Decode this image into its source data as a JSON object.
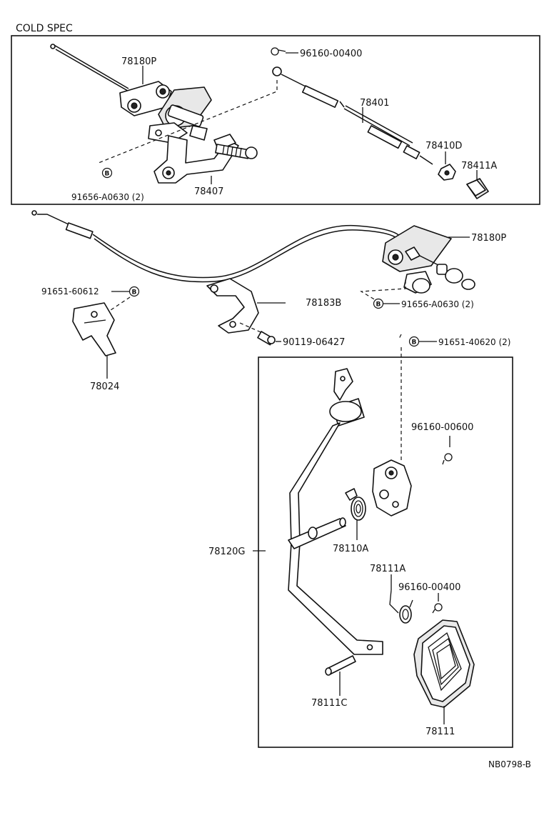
{
  "header": {
    "title": "COLD SPEC"
  },
  "footer": {
    "code": "NB0798-B"
  },
  "bolt_mark": "B",
  "labels": {
    "p78180P_top": "78180P",
    "p96160_00400_top": "96160-00400",
    "p78401": "78401",
    "p78410D": "78410D",
    "p78411A": "78411A",
    "p78407": "78407",
    "p91656_top": "91656-A0630 (2)",
    "p78180P_mid": "78180P",
    "p91651_60612": "91651-60612",
    "p78183B": "78183B",
    "p91656_mid": "91656-A0630 (2)",
    "p90119_06427": "90119-06427",
    "p91651_40620": "91651-40620 (2)",
    "p78024": "78024",
    "p96160_00600": "96160-00600",
    "p78120G": "78120G",
    "p78110A": "78110A",
    "p78111A": "78111A",
    "p96160_00400_bot": "96160-00400",
    "p78111C": "78111C",
    "p78111": "78111"
  }
}
